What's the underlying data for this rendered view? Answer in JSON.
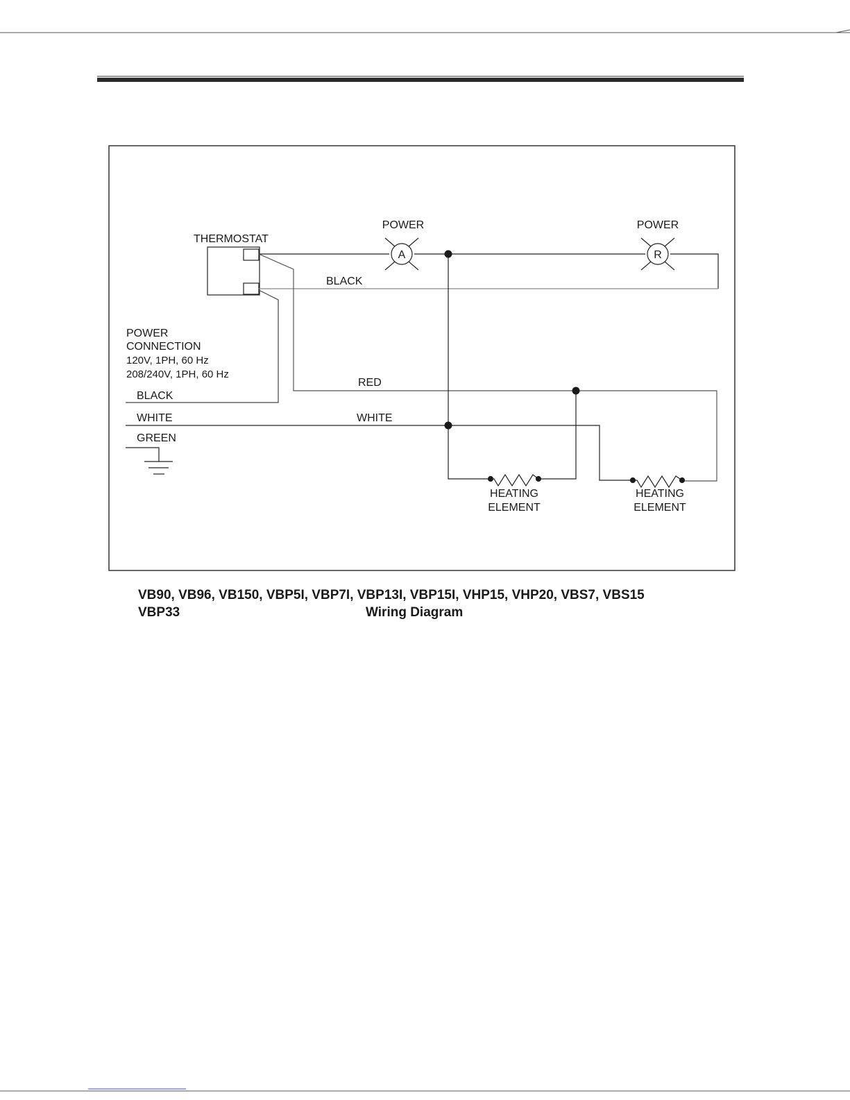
{
  "diagram": {
    "thermostat_label": "THERMOSTAT",
    "power_a_label": "POWER",
    "power_a_symbol": "A",
    "power_r_label": "POWER",
    "power_r_symbol": "R",
    "black_wire_label": "BLACK",
    "red_wire_label": "RED",
    "white_wire_label": "WHITE",
    "power_connection": {
      "line1": "POWER",
      "line2": "CONNECTION",
      "line3": "120V, 1PH, 60 Hz",
      "line4": "208/240V, 1PH, 60 Hz"
    },
    "supply_black_label": "BLACK",
    "supply_white_label": "WHITE",
    "supply_green_label": "GREEN",
    "heating_element_1": {
      "line1": "HEATING",
      "line2": "ELEMENT"
    },
    "heating_element_2": {
      "line1": "HEATING",
      "line2": "ELEMENT"
    }
  },
  "caption": {
    "models_line1": "VB90, VB96, VB150, VBP5I, VBP7I, VBP13I, VBP15I, VHP15, VHP20, VBS7, VBS15",
    "models_line2": "VBP33",
    "title": "Wiring Diagram"
  }
}
